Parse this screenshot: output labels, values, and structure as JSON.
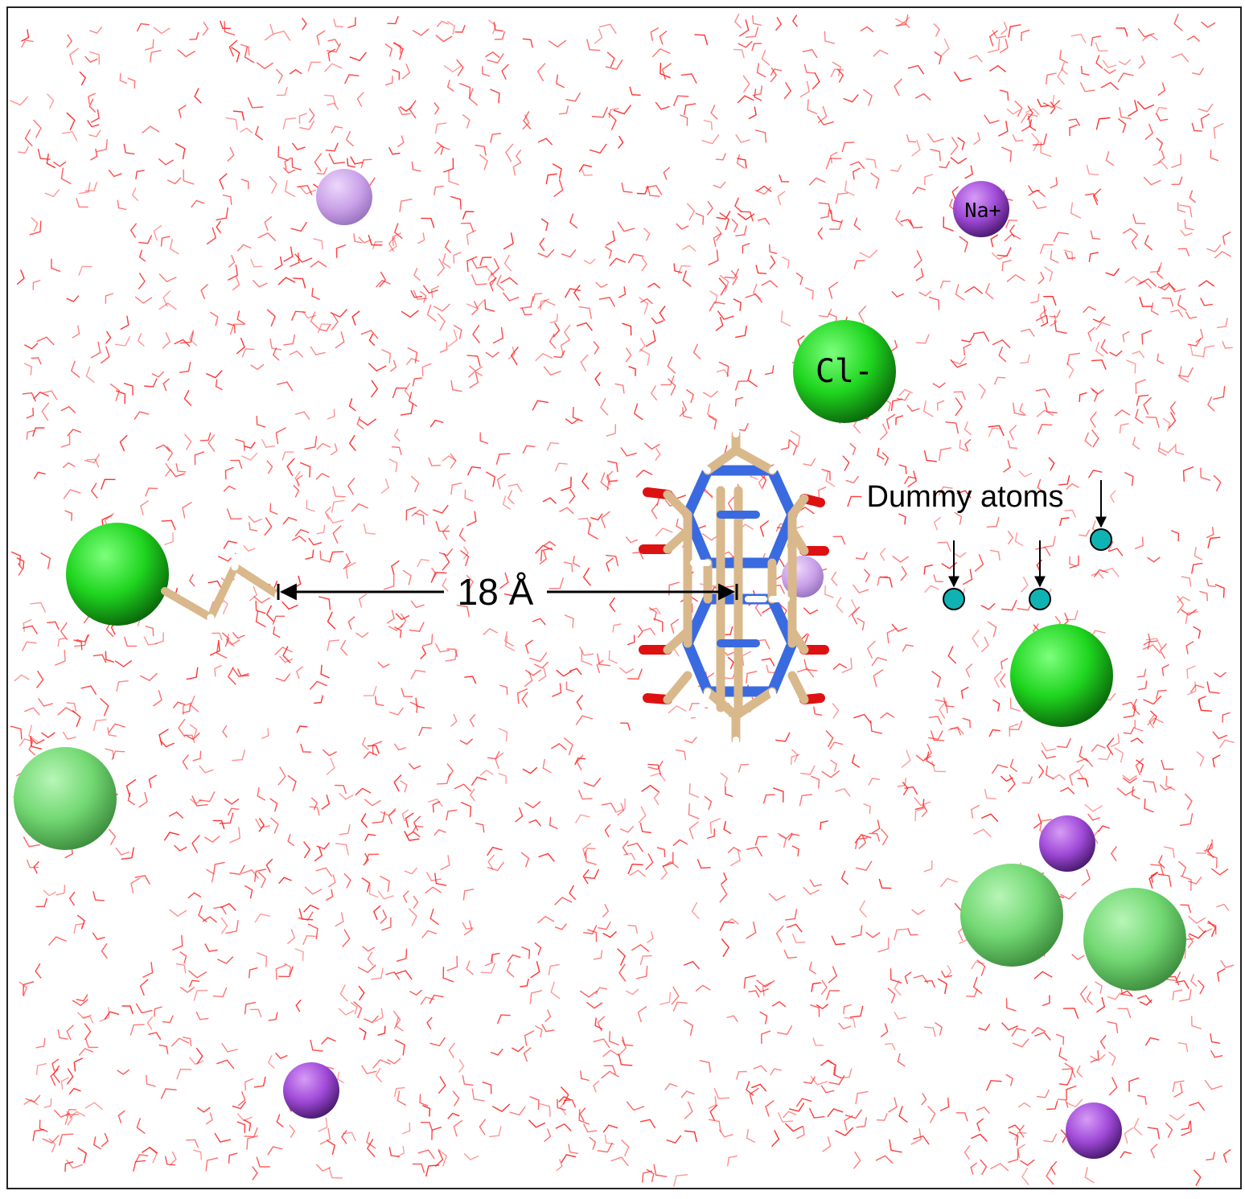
{
  "labels": {
    "na_ion": "Na+",
    "cl_ion": "Cl-",
    "dummy": "Dummy atoms",
    "distance": "18 Å"
  },
  "colors": {
    "water": "#ff2a2a",
    "chloride": "#22dd22",
    "chloride_faded": "#6fdb6f",
    "sodium": "#a64ad8",
    "sodium_faded": "#c9a0e8",
    "dummy_atom": "#10b3b3",
    "carbon": "#d9b88c",
    "nitrogen": "#3a6ae0",
    "oxygen": "#dd1111",
    "hydrogen": "#ffffff"
  },
  "icons": [
    "chloride-ion-icon",
    "sodium-ion-icon",
    "dummy-atom-icon",
    "host-molecule-icon",
    "guest-molecule-icon"
  ]
}
